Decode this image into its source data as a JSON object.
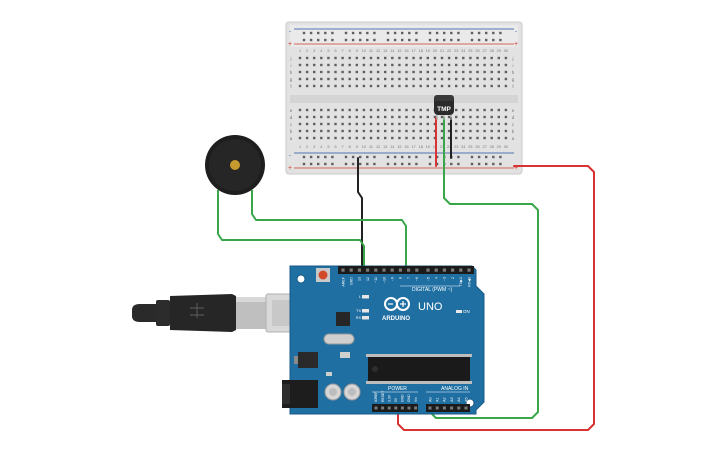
{
  "breadboard": {
    "row_letters_top": [
      "j",
      "i",
      "h",
      "g",
      "f"
    ],
    "row_letters_bottom": [
      "e",
      "d",
      "c",
      "b",
      "a"
    ],
    "column_numbers": [
      "1",
      "2",
      "3",
      "4",
      "5",
      "6",
      "7",
      "8",
      "9",
      "10",
      "11",
      "12",
      "13",
      "14",
      "15",
      "16",
      "17",
      "18",
      "19",
      "20",
      "21",
      "22",
      "23",
      "24",
      "25",
      "26",
      "27",
      "28",
      "29",
      "30"
    ],
    "rail_minus": "-",
    "rail_plus": "+",
    "rail_minus_color": "#1f4f9c",
    "rail_plus_color": "#d23a2c"
  },
  "sensor": {
    "label": "TMP",
    "icon": "temperature-sensor-icon"
  },
  "buzzer": {
    "icon": "piezo-buzzer-icon"
  },
  "arduino": {
    "brand": "ARDUINO",
    "model": "UNO",
    "on_label": "ON",
    "digital_header": "DIGITAL (PWM ~)",
    "power_header": "POWER",
    "analog_header": "ANALOG IN",
    "led_labels": [
      "L",
      "TX",
      "RX"
    ],
    "digital_pins": [
      "AREF",
      "GND",
      "13",
      "12",
      "~11",
      "~10",
      "~9",
      "8",
      "7",
      "~6",
      "~5",
      "4",
      "~3",
      "2",
      "TX▶1",
      "RX◀0"
    ],
    "power_pins": [
      "IOREF",
      "RESET",
      "3.3V",
      "5V",
      "GND",
      "GND",
      "Vin"
    ],
    "analog_pins": [
      "A0",
      "A1",
      "A2",
      "A3",
      "A4",
      "A5"
    ],
    "board_color": "#1f6fa3"
  },
  "wire_colors": {
    "red": "#d93232",
    "green": "#3aa64a",
    "black": "#222222"
  }
}
